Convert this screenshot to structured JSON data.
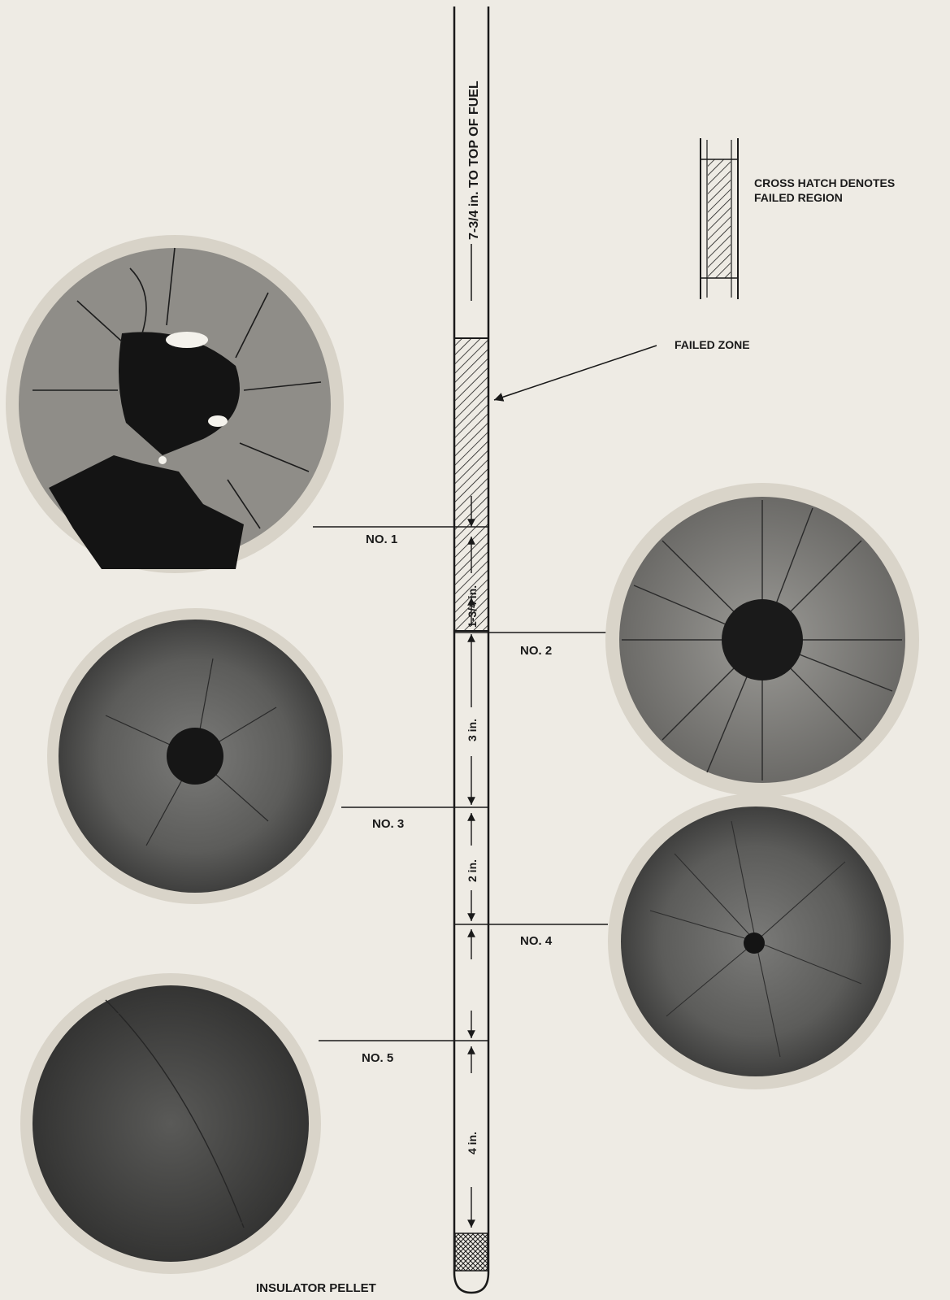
{
  "labels": {
    "top_dimension": "7-3/4 in. TO TOP OF FUEL",
    "legend": [
      "CROSS HATCH DENOTES",
      "FAILED REGION"
    ],
    "failed_zone": "FAILED ZONE",
    "section_1": "NO. 1",
    "section_2": "NO. 2",
    "section_3": "NO. 3",
    "section_4": "NO. 4",
    "section_5": "NO. 5",
    "dim_1": "1-3/4 in.",
    "dim_2": "3 in.",
    "dim_3": "2 in.",
    "dim_4": "4 in.",
    "insulator": "INSULATOR PELLET"
  },
  "colors": {
    "paper": "#eeebe4",
    "ink": "#1a1a1a",
    "cladding": "#d9d4c9",
    "fuel_dark": "#1c1c1c",
    "fuel_gray": "#5a5a58"
  }
}
